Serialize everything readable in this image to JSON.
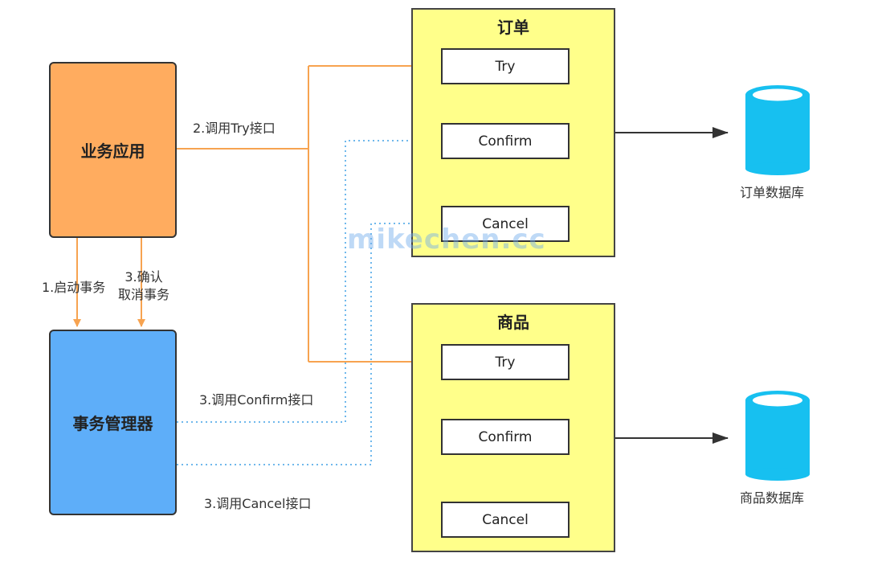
{
  "nodes": {
    "business_app": "业务应用",
    "tx_manager": "事务管理器"
  },
  "order_service": {
    "title": "订单",
    "methods": [
      "Try",
      "Confirm",
      "Cancel"
    ]
  },
  "product_service": {
    "title": "商品",
    "methods": [
      "Try",
      "Confirm",
      "Cancel"
    ]
  },
  "databases": {
    "order_db": "订单数据库",
    "product_db": "商品数据库"
  },
  "edge_labels": {
    "start_tx": "1.启动事务",
    "confirm_line1": "3.确认",
    "confirm_line2": "取消事务",
    "call_try": "2.调用Try接口",
    "call_confirm": "3.调用Confirm接口",
    "call_cancel": "3.调用Cancel接口"
  },
  "watermark": "mikechen.cc",
  "colors": {
    "business_app": "#ffac5f",
    "tx_manager": "#5eaef9",
    "service_box": "#ffff8a",
    "try_edge": "#f7a350",
    "confirm_cancel_edge": "#6fb8ec",
    "database": "#17c0f0"
  }
}
